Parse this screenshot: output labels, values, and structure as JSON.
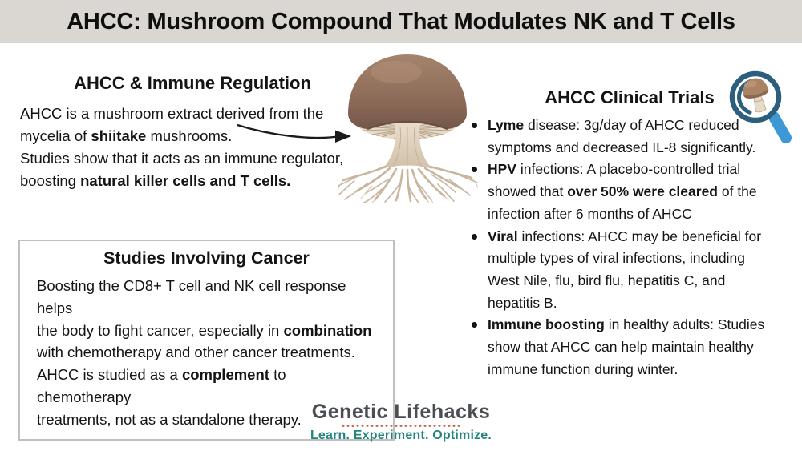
{
  "header": {
    "title": "AHCC: Mushroom Compound That Modulates NK and T Cells"
  },
  "immune_section": {
    "heading": "AHCC & Immune Regulation",
    "paragraph1": [
      {
        "t": "AHCC is a mushroom extract derived from the"
      },
      {
        "br": true
      },
      {
        "t": "mycelia of "
      },
      {
        "t": "shiitake",
        "b": true
      },
      {
        "t": " mushrooms."
      }
    ],
    "paragraph2": [
      {
        "t": "Studies show that it acts as an immune regulator,"
      },
      {
        "br": true
      },
      {
        "t": "boosting "
      },
      {
        "t": "natural killer cells and T cells.",
        "b": true
      }
    ]
  },
  "trials_section": {
    "heading": "AHCC Clinical Trials",
    "bullets": [
      {
        "segments": [
          {
            "t": "Lyme",
            "b": true
          },
          {
            "t": " disease: 3g/day of AHCC reduced"
          },
          {
            "br": true
          },
          {
            "t": "symptoms and decreased IL-8 significantly."
          }
        ]
      },
      {
        "segments": [
          {
            "t": "HPV",
            "b": true
          },
          {
            "t": " infections: A placebo-controlled trial"
          },
          {
            "br": true
          },
          {
            "t": "showed that "
          },
          {
            "t": "over 50% were cleared",
            "b": true
          },
          {
            "t": " of the"
          },
          {
            "br": true
          },
          {
            "t": "infection after 6 months of AHCC"
          }
        ]
      },
      {
        "segments": [
          {
            "t": "Viral",
            "b": true
          },
          {
            "t": " infections: AHCC may be beneficial for"
          },
          {
            "br": true
          },
          {
            "t": "multiple types of viral infections, including"
          },
          {
            "br": true
          },
          {
            "t": "West Nile, flu, bird flu, hepatitis C, and"
          },
          {
            "br": true
          },
          {
            "t": "hepatitis B."
          }
        ]
      },
      {
        "segments": [
          {
            "t": "Immune boosting",
            "b": true
          },
          {
            "t": " in healthy adults: Studies"
          },
          {
            "br": true
          },
          {
            "t": "show that AHCC can help maintain healthy"
          },
          {
            "br": true
          },
          {
            "t": "immune function during winter."
          }
        ]
      }
    ]
  },
  "cancer_box": {
    "heading": "Studies Involving Cancer",
    "paragraph": [
      {
        "t": "Boosting the CD8+ T cell and NK cell response helps"
      },
      {
        "br": true
      },
      {
        "t": "the body to fight cancer, especially in "
      },
      {
        "t": "combination",
        "b": true
      },
      {
        "br": true
      },
      {
        "t": "with chemotherapy and other cancer treatments."
      },
      {
        "br": true
      },
      {
        "t": "AHCC is studied as a "
      },
      {
        "t": "complement",
        "b": true
      },
      {
        "t": " to chemotherapy"
      },
      {
        "br": true
      },
      {
        "t": "treatments, not as a standalone therapy."
      }
    ]
  },
  "footer": {
    "brand": "Genetic Lifehacks",
    "tagline": "Learn. Experiment. Optimize."
  },
  "icons": {
    "mushroom_illustration": "shiitake-mushroom-with-mycelia",
    "magnifier": "magnifying-glass-with-mushroom",
    "arrow": "curved-pointer-arrow"
  },
  "colors": {
    "title_bar_bg": "#dad6d1",
    "text": "#141414",
    "box_border": "#c1c0be",
    "brand_text": "#4a4e53",
    "tagline_text": "#22867f",
    "dots": "#c8694f",
    "magnifier_rim": "#2c5f7e",
    "magnifier_handle": "#3e98d5",
    "mushroom_cap": "#8d6e5a",
    "mushroom_gills": "#e7dbc9",
    "mycelia": "#c7b59d"
  }
}
